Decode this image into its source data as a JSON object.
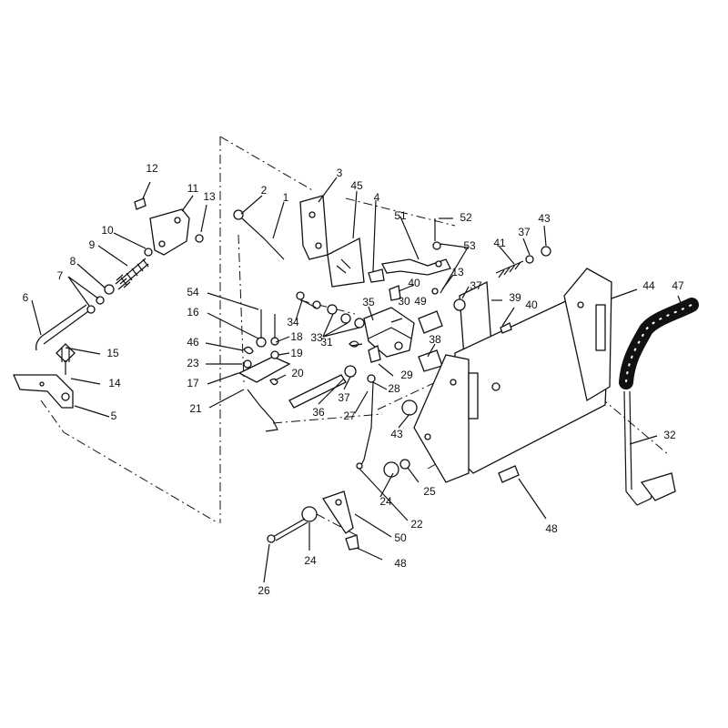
{
  "labels": {
    "l1": "1",
    "l2": "2",
    "l3": "3",
    "l4": "4",
    "l5": "5",
    "l6": "6",
    "l7": "7",
    "l8": "8",
    "l9": "9",
    "l10": "10",
    "l11": "11",
    "l12": "12",
    "l13a": "13",
    "l13b": "13",
    "l14": "14",
    "l15": "15",
    "l16": "16",
    "l17": "17",
    "l18": "18",
    "l19": "19",
    "l20": "20",
    "l21": "21",
    "l22": "22",
    "l23": "23",
    "l24a": "24",
    "l24b": "24",
    "l25": "25",
    "l26": "26",
    "l27": "27",
    "l28": "28",
    "l29": "29",
    "l30": "30",
    "l31": "31",
    "l32": "32",
    "l33": "33",
    "l34": "34",
    "l35": "35",
    "l36": "36",
    "l37a": "37",
    "l37b": "37",
    "l37c": "37",
    "l38": "38",
    "l39": "39",
    "l40a": "40",
    "l40b": "40",
    "l41": "41",
    "l43a": "43",
    "l43b": "43",
    "l44": "44",
    "l45": "45",
    "l46": "46",
    "l47": "47",
    "l48a": "48",
    "l48b": "48",
    "l49": "49",
    "l50": "50",
    "l51": "51",
    "l52": "52",
    "l53": "53",
    "l54": "54"
  }
}
